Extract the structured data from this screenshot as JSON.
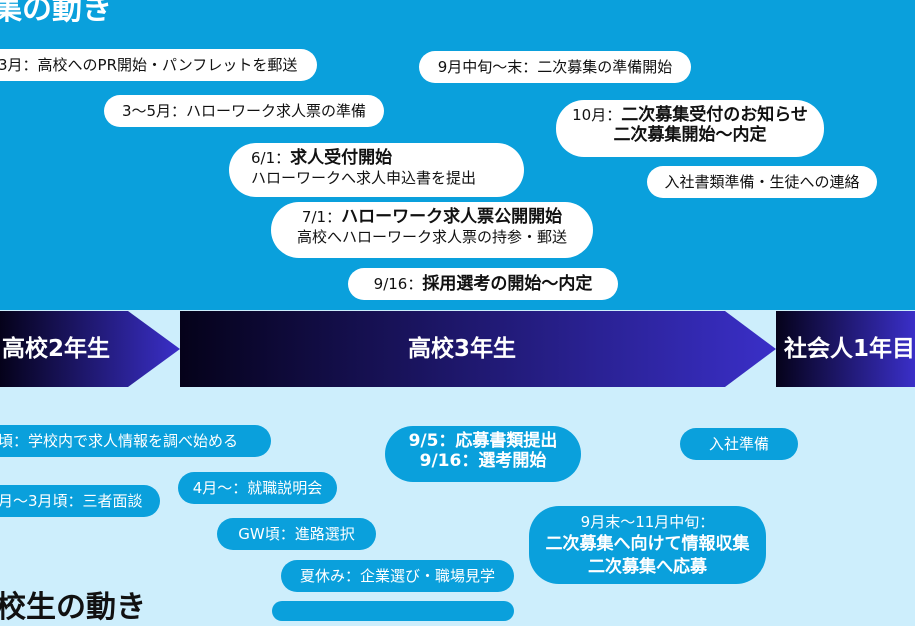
{
  "headings": {
    "company": "集の動き",
    "student": "校生の動き"
  },
  "company_events": [
    {
      "line1": "3月：高校へのPR開始・パンフレットを郵送"
    },
    {
      "line1": "3〜5月：ハローワーク求人票の準備"
    },
    {
      "prefix": "6/1：",
      "bold": "求人受付開始",
      "line2": "ハローワークへ求人申込書を提出"
    },
    {
      "prefix": "7/1：",
      "bold": "ハローワーク求人票公開開始",
      "line2": "高校へハローワーク求人票の持参・郵送"
    },
    {
      "prefix": "9/16：",
      "bold": "採用選考の開始〜内定"
    },
    {
      "line1": "9月中旬〜末：二次募集の準備開始"
    },
    {
      "prefix": "10月：",
      "bold": "二次募集受付のお知らせ",
      "bold2": "二次募集開始〜内定"
    },
    {
      "line1": "入社書類準備・生徒への連絡"
    }
  ],
  "timeline": [
    {
      "label": "高校2年生"
    },
    {
      "label": "高校3年生"
    },
    {
      "label": "社会人1年目"
    }
  ],
  "student_events": [
    {
      "line1": "頃：学校内で求人情報を調べ始める"
    },
    {
      "line1": "月〜3月頃：三者面談"
    },
    {
      "line1": "4月〜：就職説明会"
    },
    {
      "line1": "GW頃：進路選択"
    },
    {
      "line1": "夏休み：企業選び・職場見学"
    },
    {
      "b1": "9/5：応募書類提出",
      "b2": "9/16：選考開始"
    },
    {
      "line1": "入社準備"
    },
    {
      "line1": "9月末〜11月中旬：",
      "b1": "二次募集へ向けて情報収集",
      "b2": "二次募集へ応募"
    }
  ],
  "colors": {
    "top_bg": "#0aa0dc",
    "bottom_bg": "#cdeefc",
    "arrow_dark": "#05021a",
    "arrow_light": "#3a2fc8"
  }
}
